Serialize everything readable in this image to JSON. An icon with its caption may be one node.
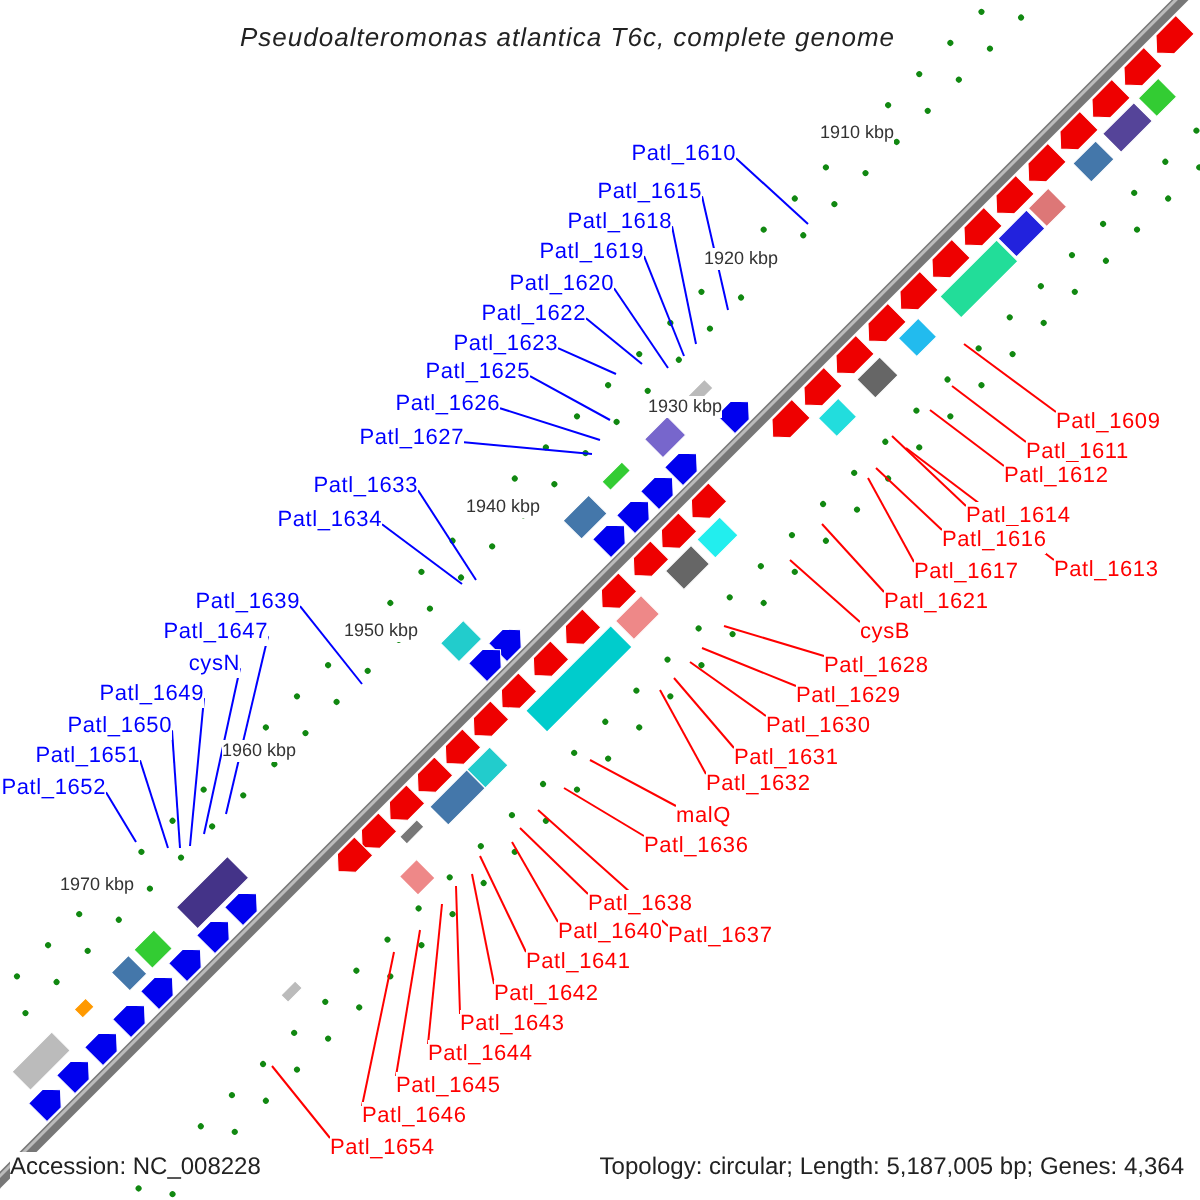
{
  "diagram": {
    "title": "Pseudoalteromonas atlantica T6c, complete genome",
    "nodes": [
      {
        "text": [
          "Patl_1610"
        ]
      },
      {
        "text": [
          "Patl_1615"
        ]
      },
      {
        "text": [
          "Patl_1618"
        ]
      },
      {
        "text": [
          "Patl_1619"
        ]
      },
      {
        "text": [
          "Patl_1620"
        ]
      },
      {
        "text": [
          "Patl_1622"
        ]
      },
      {
        "text": [
          "Patl_1623"
        ]
      },
      {
        "text": [
          "Patl_1625"
        ]
      },
      {
        "text": [
          "Patl_1626"
        ]
      },
      {
        "text": [
          "Patl_1627"
        ]
      },
      {
        "text": [
          "Patl_1633"
        ]
      },
      {
        "text": [
          "Patl_1634"
        ]
      },
      {
        "text": [
          "Patl_1639"
        ]
      },
      {
        "text": [
          "Patl_1647"
        ]
      },
      {
        "text": [
          "cysN"
        ]
      },
      {
        "text": [
          "Patl_1649"
        ]
      },
      {
        "text": [
          "Patl_1650"
        ]
      },
      {
        "text": [
          "Patl_1651"
        ]
      },
      {
        "text": [
          "Patl_1652"
        ]
      },
      {
        "text": [
          "Patl_1609"
        ]
      },
      {
        "text": [
          "Patl_1611"
        ]
      },
      {
        "text": [
          "Patl_1612"
        ]
      },
      {
        "text": [
          "Patl_1614"
        ]
      },
      {
        "text": [
          "Patl_1616"
        ]
      },
      {
        "text": [
          "Patl_1613"
        ]
      },
      {
        "text": [
          "Patl_1617"
        ]
      },
      {
        "text": [
          "Patl_1621"
        ]
      },
      {
        "text": [
          "cysB"
        ]
      },
      {
        "text": [
          "Patl_1628"
        ]
      },
      {
        "text": [
          "Patl_1629"
        ]
      },
      {
        "text": [
          "Patl_1630"
        ]
      },
      {
        "text": [
          "Patl_1631"
        ]
      },
      {
        "text": [
          "Patl_1632"
        ]
      },
      {
        "text": [
          "malQ"
        ]
      },
      {
        "text": [
          "Patl_1636"
        ]
      },
      {
        "text": [
          "Patl_1638"
        ]
      },
      {
        "text": [
          "Patl_1640"
        ]
      },
      {
        "text": [
          "Patl_1637"
        ]
      },
      {
        "text": [
          "Patl_1641"
        ]
      },
      {
        "text": [
          "Patl_1642"
        ]
      },
      {
        "text": [
          "Patl_1643"
        ]
      },
      {
        "text": [
          "Patl_1644"
        ]
      },
      {
        "text": [
          "Patl_1645"
        ]
      },
      {
        "text": [
          "Patl_1646"
        ]
      },
      {
        "text": [
          "Patl_1654"
        ]
      }
    ],
    "edges": [
      {
        "from": 0,
        "to": null,
        "arrow": "none",
        "color": "#0000ff"
      },
      {
        "from": 1,
        "to": null,
        "arrow": "none",
        "color": "#0000ff"
      },
      {
        "from": 2,
        "to": null,
        "arrow": "none",
        "color": "#0000ff"
      },
      {
        "from": 3,
        "to": null,
        "arrow": "none",
        "color": "#0000ff"
      },
      {
        "from": 4,
        "to": null,
        "arrow": "none",
        "color": "#0000ff"
      },
      {
        "from": 5,
        "to": null,
        "arrow": "none",
        "color": "#0000ff"
      },
      {
        "from": 6,
        "to": null,
        "arrow": "none",
        "color": "#0000ff"
      },
      {
        "from": 7,
        "to": null,
        "arrow": "none",
        "color": "#0000ff"
      },
      {
        "from": 8,
        "to": null,
        "arrow": "none",
        "color": "#0000ff"
      },
      {
        "from": 9,
        "to": null,
        "arrow": "none",
        "color": "#0000ff"
      },
      {
        "from": 10,
        "to": null,
        "arrow": "none",
        "color": "#0000ff"
      },
      {
        "from": 11,
        "to": null,
        "arrow": "none",
        "color": "#0000ff"
      },
      {
        "from": 12,
        "to": null,
        "arrow": "none",
        "color": "#0000ff"
      },
      {
        "from": 13,
        "to": null,
        "arrow": "none",
        "color": "#0000ff"
      },
      {
        "from": 14,
        "to": null,
        "arrow": "none",
        "color": "#0000ff"
      },
      {
        "from": 15,
        "to": null,
        "arrow": "none",
        "color": "#0000ff"
      },
      {
        "from": 16,
        "to": null,
        "arrow": "none",
        "color": "#0000ff"
      },
      {
        "from": 17,
        "to": null,
        "arrow": "none",
        "color": "#0000ff"
      },
      {
        "from": 18,
        "to": null,
        "arrow": "none",
        "color": "#0000ff"
      },
      {
        "from": 19,
        "to": null,
        "arrow": "none",
        "color": "#ff0000"
      },
      {
        "from": 20,
        "to": null,
        "arrow": "none",
        "color": "#ff0000"
      },
      {
        "from": 21,
        "to": null,
        "arrow": "none",
        "color": "#ff0000"
      },
      {
        "from": 22,
        "to": null,
        "arrow": "none",
        "color": "#ff0000"
      },
      {
        "from": 23,
        "to": null,
        "arrow": "none",
        "color": "#ff0000"
      },
      {
        "from": 24,
        "to": null,
        "arrow": "none",
        "color": "#ff0000"
      },
      {
        "from": 25,
        "to": null,
        "arrow": "none",
        "color": "#ff0000"
      },
      {
        "from": 26,
        "to": null,
        "arrow": "none",
        "color": "#ff0000"
      },
      {
        "from": 27,
        "to": null,
        "arrow": "none",
        "color": "#ff0000"
      },
      {
        "from": 28,
        "to": null,
        "arrow": "none",
        "color": "#ff0000"
      },
      {
        "from": 29,
        "to": null,
        "arrow": "none",
        "color": "#ff0000"
      },
      {
        "from": 30,
        "to": null,
        "arrow": "none",
        "color": "#ff0000"
      },
      {
        "from": 31,
        "to": null,
        "arrow": "none",
        "color": "#ff0000"
      },
      {
        "from": 32,
        "to": null,
        "arrow": "none",
        "color": "#ff0000"
      },
      {
        "from": 33,
        "to": null,
        "arrow": "none",
        "color": "#ff0000"
      },
      {
        "from": 34,
        "to": null,
        "arrow": "none",
        "color": "#ff0000"
      },
      {
        "from": 35,
        "to": null,
        "arrow": "none",
        "color": "#ff0000"
      },
      {
        "from": 36,
        "to": null,
        "arrow": "none",
        "color": "#ff0000"
      },
      {
        "from": 37,
        "to": null,
        "arrow": "none",
        "color": "#ff0000"
      },
      {
        "from": 38,
        "to": null,
        "arrow": "none",
        "color": "#ff0000"
      },
      {
        "from": 39,
        "to": null,
        "arrow": "none",
        "color": "#ff0000"
      },
      {
        "from": 40,
        "to": null,
        "arrow": "none",
        "color": "#ff0000"
      },
      {
        "from": 41,
        "to": null,
        "arrow": "none",
        "color": "#ff0000"
      },
      {
        "from": 42,
        "to": null,
        "arrow": "none",
        "color": "#ff0000"
      },
      {
        "from": 43,
        "to": null,
        "arrow": "none",
        "color": "#ff0000"
      },
      {
        "from": 44,
        "to": null,
        "arrow": "none",
        "color": "#ff0000"
      }
    ],
    "labels": [
      "1910 kbp",
      "1920 kbp",
      "1930 kbp",
      "1940 kbp",
      "1950 kbp",
      "1960 kbp",
      "1970 kbp",
      "Accession: NC_008228",
      "Topology: circular; Length: 5,187,005 bp; Genes: 4,364"
    ]
  }
}
